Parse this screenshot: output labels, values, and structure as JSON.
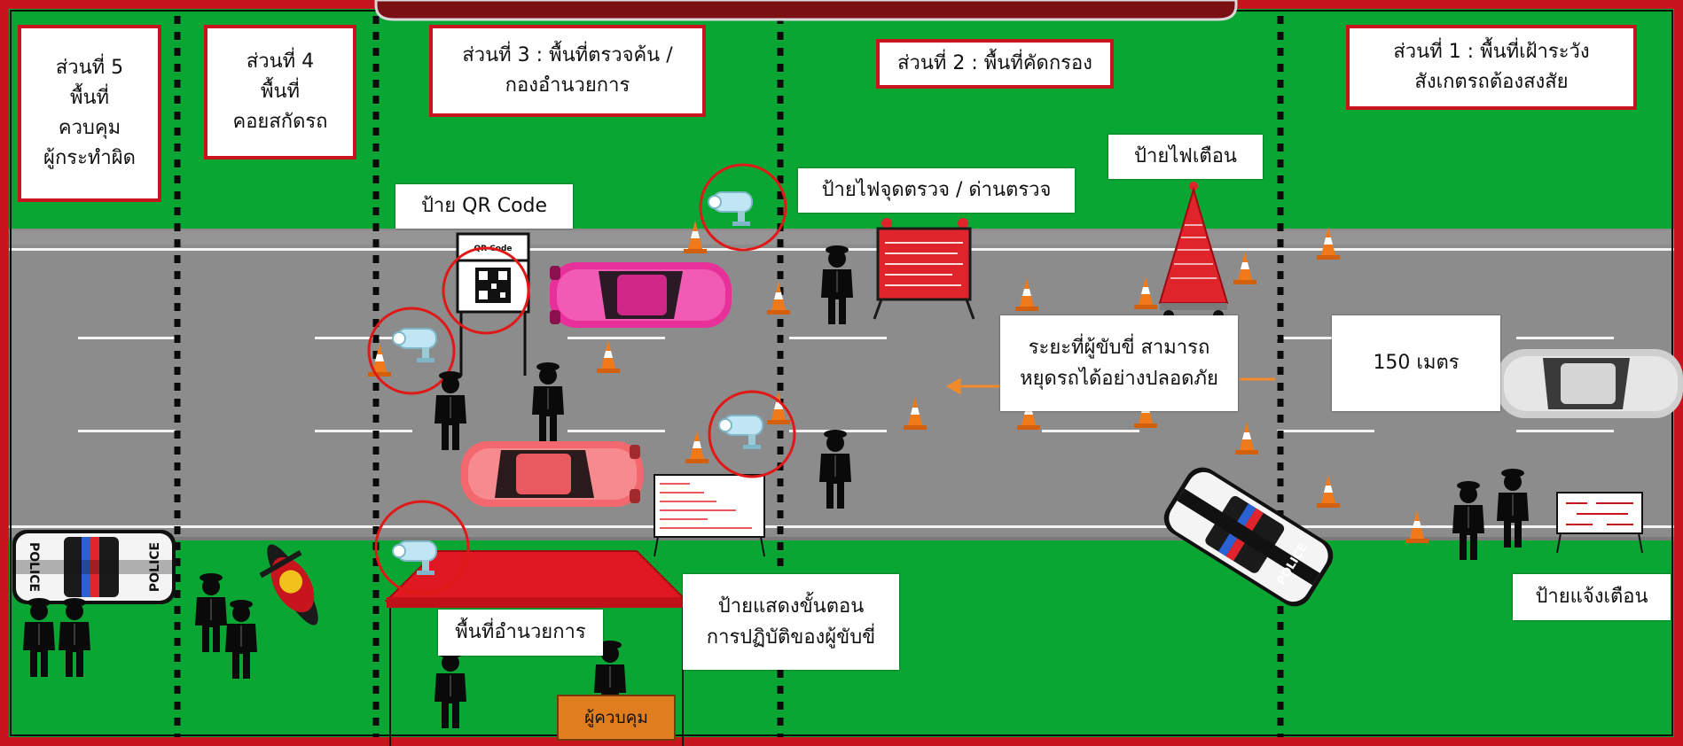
{
  "sections": {
    "s5": "ส่วนที่ 5\nพื้นที่\nควบคุม\nผู้กระทำผิด",
    "s4": "ส่วนที่ 4\nพื้นที่\nคอยสกัดรถ",
    "s3": "ส่วนที่ 3 : พื้นที่ตรวจค้น /\nกองอำนวยการ",
    "s2": "ส่วนที่ 2 : พื้นที่คัดกรอง",
    "s1": "ส่วนที่ 1 : พื้นที่เฝ้าระวัง\nสังเกตรถต้องสงสัย"
  },
  "labels": {
    "warning_light_sign": "ป้ายไฟเตือน",
    "qr_sign": "ป้าย QR Code",
    "checkpoint_light_sign": "ป้ายไฟจุดตรวจ / ด่านตรวจ",
    "stopping_distance": "ระยะที่ผู้ขับขี่ สามารถ\nหยุดรถได้อย่างปลอดภัย",
    "distance_value": "150 เมตร",
    "procedure_sign": "ป้ายแสดงขั้นตอน\nการปฏิบัติของผู้ขับขี่",
    "command_area": "พื้นที่อำนวยการ",
    "controller": "ผู้ควบคุม",
    "notice_sign": "ป้ายแจ้งเตือน"
  },
  "vehicle_text": {
    "police": "POLICE",
    "qr_board": "QR Code"
  },
  "colors": {
    "grass": "#0aa633",
    "road": "#8c8c8c",
    "border_red": "#c8141c",
    "header_bar": "#7a1014",
    "cone": "#f07a1a",
    "sign_red": "#e0242c",
    "pink_car": "#e8309a",
    "red_car": "#f2686e",
    "silver_car": "#d8d8d8",
    "camera_circle": "#e01818",
    "officer": "#0a0a0a",
    "canopy": "#e01822",
    "controller_box": "#e07d1e"
  },
  "icons": [
    "traffic-cone-icon",
    "cctv-camera-icon",
    "police-officer-icon",
    "police-car-icon",
    "motorcycle-icon",
    "warning-light-trailer-icon",
    "qr-code-board-icon",
    "canopy-tent-icon"
  ]
}
